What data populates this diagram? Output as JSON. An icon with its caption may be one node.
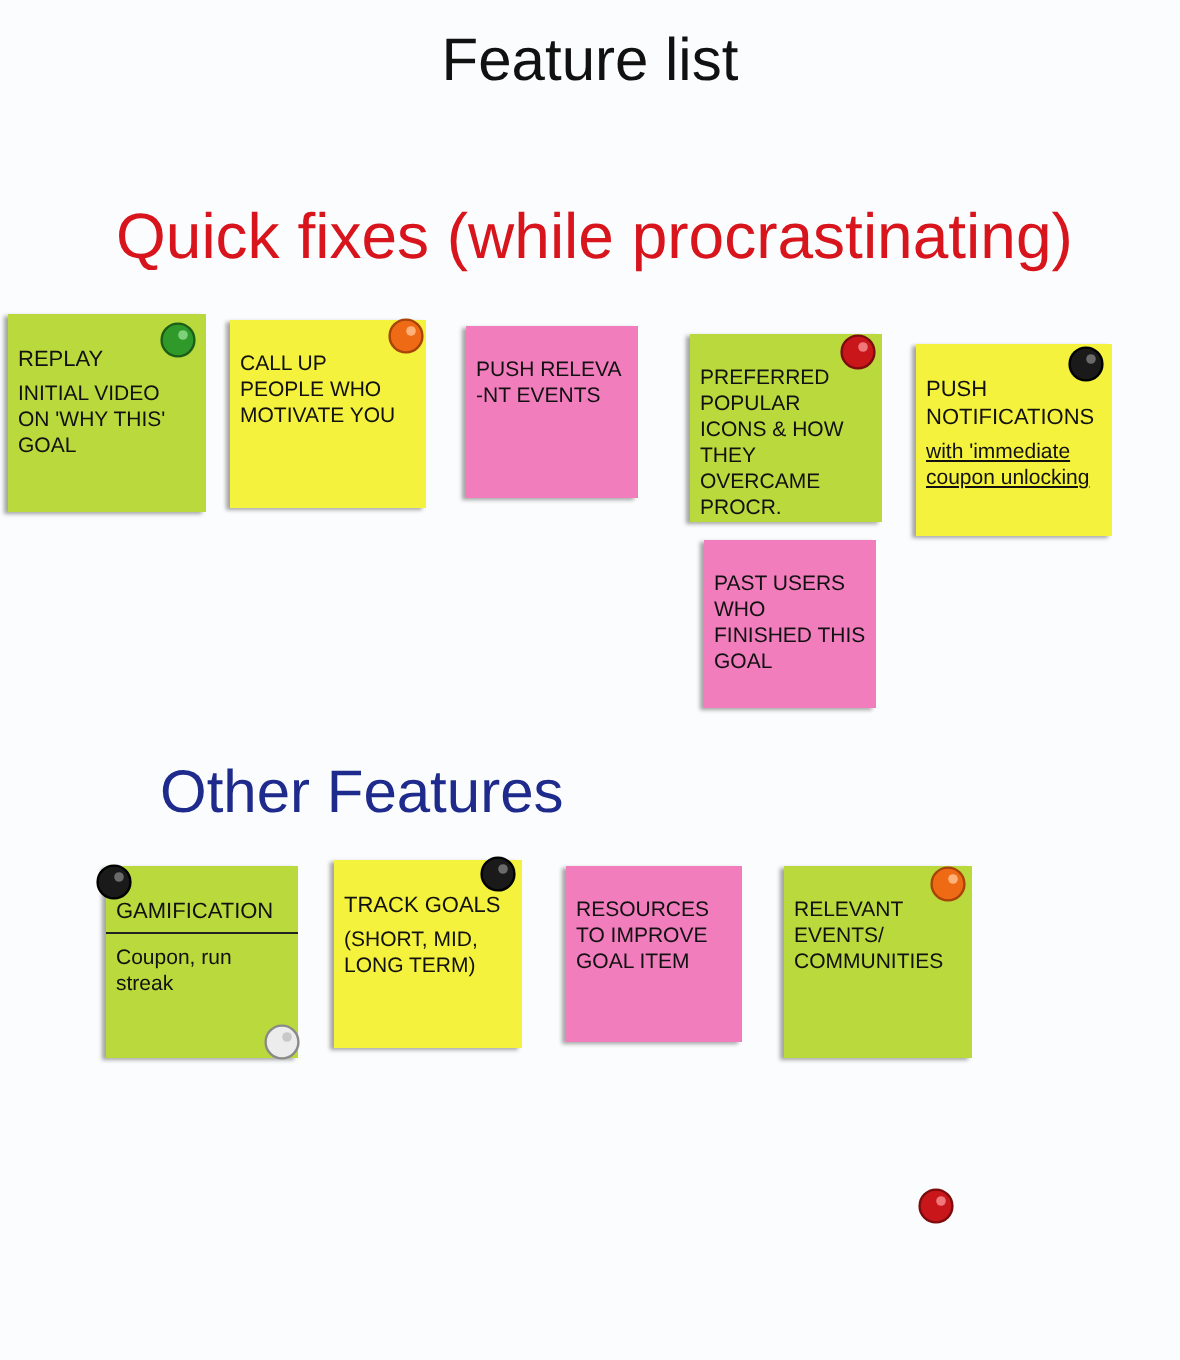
{
  "diagram": {
    "title": "Feature list",
    "nodes": [
      {
        "text": [
          "REPLAY",
          "INITIAL VIDEO ON 'WHY THIS' GOAL"
        ]
      },
      {
        "text": [
          "CALL UP PEOPLE WHO MOTIVATE YOU"
        ]
      },
      {
        "text": [
          "PUSH RELEVA -NT EVENTS"
        ]
      },
      {
        "text": [
          "PREFERRED POPULAR ICONS & HOW THEY OVERCAME PROCR."
        ]
      },
      {
        "text": [
          "PUSH NOTIFICATIONS",
          "with 'immediate coupon unlocking"
        ]
      },
      {
        "text": [
          "PAST USERS WHO FINISHED THIS GOAL"
        ]
      },
      {
        "text": [
          "GAMIFICATION",
          "Coupon, run streak"
        ]
      },
      {
        "text": [
          "TRACK GOALS",
          "(SHORT, MID, LONG TERM)"
        ]
      },
      {
        "text": [
          "RESOURCES TO IMPROVE GOAL ITEM"
        ]
      },
      {
        "text": [
          "RELEVANT EVENTS/ COMMUNITIES"
        ]
      }
    ],
    "labels": [
      "Quick fixes (while procrastinating)",
      "Other Features"
    ]
  }
}
